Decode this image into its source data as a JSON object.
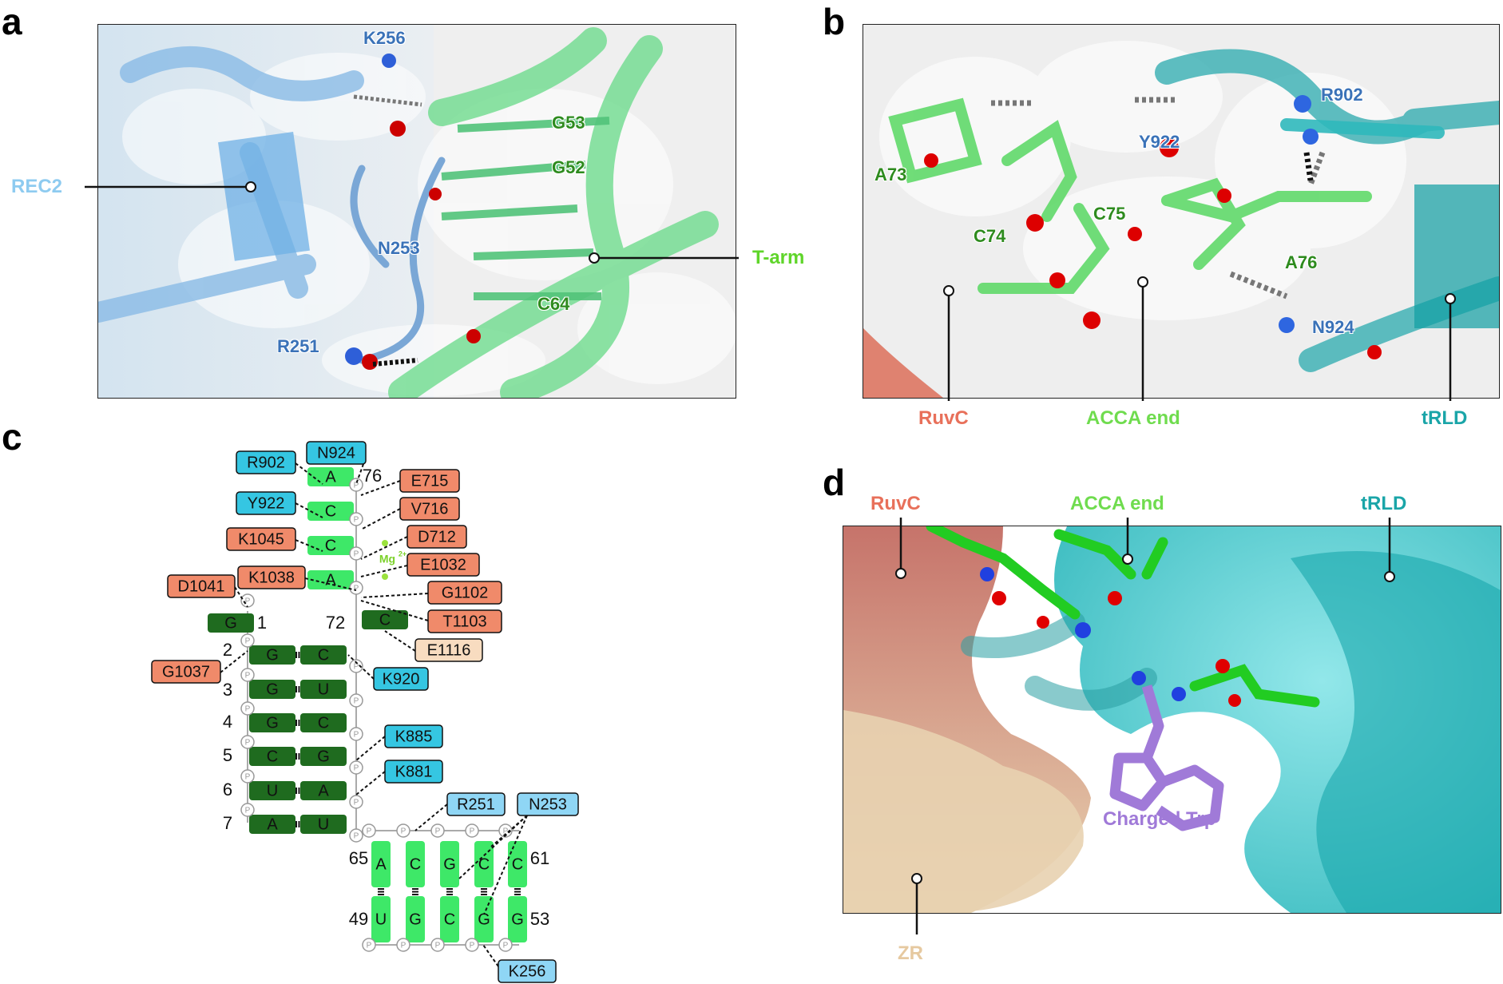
{
  "panels": {
    "a": {
      "letter": "a",
      "callouts": {
        "rec2": "REC2",
        "tarm": "T-arm"
      },
      "residues": {
        "k256": "K256",
        "g53": "G53",
        "g52": "G52",
        "n253": "N253",
        "c64": "C64",
        "r251": "R251"
      }
    },
    "b": {
      "letter": "b",
      "residues": {
        "r902": "R902",
        "y922": "Y922",
        "a73": "A73",
        "c75": "C75",
        "c74": "C74",
        "a76": "A76",
        "n924": "N924"
      },
      "callouts": {
        "ruvc": "RuvC",
        "acca": "ACCA end",
        "trld": "tRLD"
      }
    },
    "c": {
      "letter": "c",
      "top_nucleotides": [
        "A",
        "C",
        "C",
        "A"
      ],
      "acceptor_left": [
        "G",
        "G",
        "G",
        "G",
        "C",
        "U",
        "A"
      ],
      "acceptor_right": [
        "C",
        "C",
        "U",
        "C",
        "G",
        "A",
        "U"
      ],
      "loop_top": [
        "A",
        "C",
        "G",
        "C",
        "C"
      ],
      "loop_bottom": [
        "U",
        "G",
        "C",
        "G",
        "G"
      ],
      "numbers": {
        "n76": "76",
        "n72": "72",
        "n1": "1",
        "n2": "2",
        "n3": "3",
        "n4": "4",
        "n5": "5",
        "n6": "6",
        "n7": "7",
        "n65": "65",
        "n61": "61",
        "n49": "49",
        "n53": "53"
      },
      "mg_label": "Mg",
      "mg_charge": "2+",
      "phosphate": "P",
      "tags": {
        "r902": "R902",
        "n924": "N924",
        "y922": "Y922",
        "k1045": "K1045",
        "k1038": "K1038",
        "d1041": "D1041",
        "e715": "E715",
        "v716": "V716",
        "d712": "D712",
        "e1032": "E1032",
        "g1102": "G1102",
        "t1103": "T1103",
        "e1116": "E1116",
        "k920": "K920",
        "g1037": "G1037",
        "k885": "K885",
        "k881": "K881",
        "r251": "R251",
        "n253": "N253",
        "k256": "K256"
      }
    },
    "d": {
      "letter": "d",
      "callouts": {
        "ruvc": "RuvC",
        "acca": "ACCA end",
        "trld": "tRLD",
        "trp": "Charged Trp",
        "zr": "ZR"
      }
    }
  },
  "colors": {
    "rec2": "#8ecbf0",
    "tarm": "#5fd52a",
    "ruvc": "#e8705a",
    "acca": "#6fdc4e",
    "trld": "#1aa5a8",
    "trp": "#a07ad8",
    "zr": "#e6c9a0",
    "blue_tag": "#35c6e2",
    "lightblue_tag": "#8fd6f5",
    "orange_tag": "#f08a6a",
    "beige_tag": "#f8dcc0",
    "dark_green": "#1f6b1f",
    "light_green": "#3ee868"
  }
}
